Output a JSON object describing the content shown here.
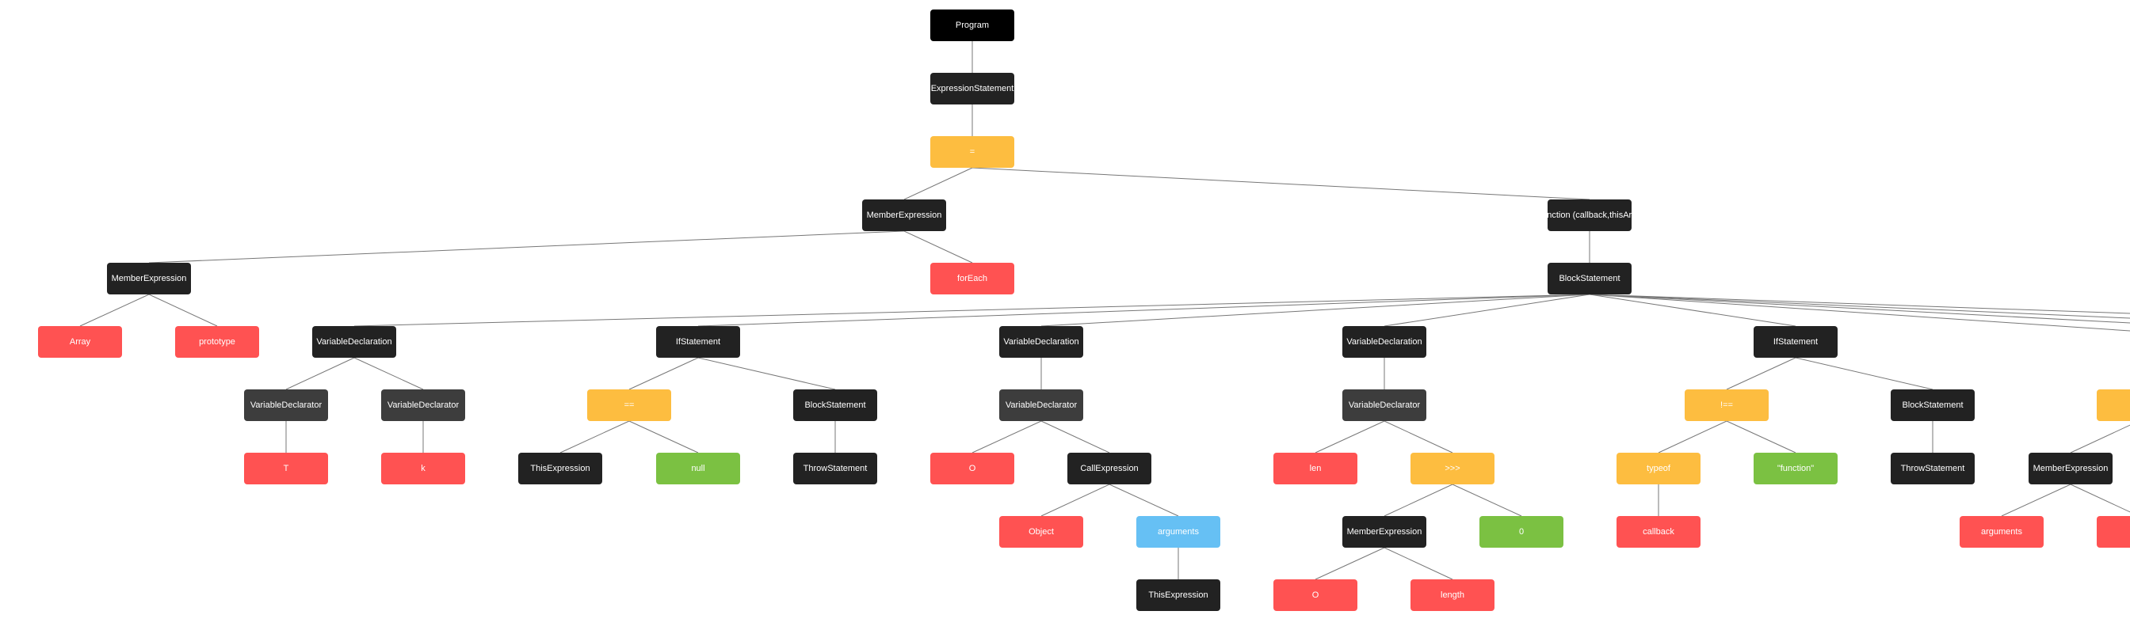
{
  "colors": {
    "root": "#000000",
    "statement": "#222222",
    "declarator": "#3d3d3d",
    "identifier": "#ff5252",
    "operator": "#fdbd40",
    "literal": "#7bc142",
    "special": "#66c0f4",
    "edge": "#777777"
  },
  "nodes": [
    {
      "id": "n1",
      "label": "Program",
      "kind": "root"
    },
    {
      "id": "n2",
      "label": "ExpressionStatement",
      "kind": "statement"
    },
    {
      "id": "n3",
      "label": "=",
      "kind": "operator"
    },
    {
      "id": "n4",
      "label": "MemberExpression",
      "kind": "statement"
    },
    {
      "id": "n5",
      "label": "function (callback,thisArg)",
      "kind": "statement"
    },
    {
      "id": "n6",
      "label": "MemberExpression",
      "kind": "statement"
    },
    {
      "id": "n7",
      "label": "forEach",
      "kind": "identifier"
    },
    {
      "id": "n8",
      "label": "BlockStatement",
      "kind": "statement"
    },
    {
      "id": "n9",
      "label": "Array",
      "kind": "identifier"
    },
    {
      "id": "n10",
      "label": "prototype",
      "kind": "identifier"
    },
    {
      "id": "n11",
      "label": "VariableDeclaration",
      "kind": "statement"
    },
    {
      "id": "n12",
      "label": "IfStatement",
      "kind": "statement"
    },
    {
      "id": "n13",
      "label": "VariableDeclaration",
      "kind": "statement"
    },
    {
      "id": "n14",
      "label": "VariableDeclaration",
      "kind": "statement"
    },
    {
      "id": "n15",
      "label": "IfStatement",
      "kind": "statement"
    },
    {
      "id": "n16",
      "label": "VariableDeclarator",
      "kind": "declarator"
    },
    {
      "id": "n17",
      "label": "VariableDeclarator",
      "kind": "declarator"
    },
    {
      "id": "n18",
      "label": "==",
      "kind": "operator"
    },
    {
      "id": "n19",
      "label": "BlockStatement",
      "kind": "statement"
    },
    {
      "id": "n20",
      "label": "VariableDeclarator",
      "kind": "declarator"
    },
    {
      "id": "n21",
      "label": "VariableDeclarator",
      "kind": "declarator"
    },
    {
      "id": "n22",
      "label": "!==",
      "kind": "operator"
    },
    {
      "id": "n23",
      "label": "BlockStatement",
      "kind": "statement"
    },
    {
      "id": "n24",
      "label": "T",
      "kind": "identifier"
    },
    {
      "id": "n25",
      "label": "k",
      "kind": "identifier"
    },
    {
      "id": "n26",
      "label": "ThisExpression",
      "kind": "statement"
    },
    {
      "id": "n27",
      "label": "null",
      "kind": "literal"
    },
    {
      "id": "n28",
      "label": "ThrowStatement",
      "kind": "statement"
    },
    {
      "id": "n29",
      "label": "O",
      "kind": "identifier"
    },
    {
      "id": "n30",
      "label": "CallExpression",
      "kind": "statement"
    },
    {
      "id": "n31",
      "label": "len",
      "kind": "identifier"
    },
    {
      "id": "n32",
      "label": ">>>",
      "kind": "operator"
    },
    {
      "id": "n33",
      "label": "typeof",
      "kind": "operator"
    },
    {
      "id": "n34",
      "label": "\"function\"",
      "kind": "literal"
    },
    {
      "id": "n35",
      "label": "ThrowStatement",
      "kind": "statement"
    },
    {
      "id": "n36",
      "label": "Object",
      "kind": "identifier"
    },
    {
      "id": "n37",
      "label": "arguments",
      "kind": "special"
    },
    {
      "id": "n38",
      "label": "MemberExpression",
      "kind": "statement"
    },
    {
      "id": "n39",
      "label": "0",
      "kind": "literal"
    },
    {
      "id": "n40",
      "label": "callback",
      "kind": "identifier"
    },
    {
      "id": "n41",
      "label": "ThisExpression",
      "kind": "statement"
    },
    {
      "id": "n42",
      "label": "O",
      "kind": "identifier"
    },
    {
      "id": "n43",
      "label": "length",
      "kind": "identifier"
    },
    {
      "id": "n44",
      "label": "",
      "kind": "operator"
    },
    {
      "id": "n45",
      "label": "MemberExpression",
      "kind": "statement"
    },
    {
      "id": "n46",
      "label": "arguments",
      "kind": "identifier"
    },
    {
      "id": "n47",
      "label": "",
      "kind": "identifier"
    }
  ],
  "edges": [
    [
      "n1",
      "n2"
    ],
    [
      "n2",
      "n3"
    ],
    [
      "n3",
      "n4"
    ],
    [
      "n3",
      "n5"
    ],
    [
      "n4",
      "n6"
    ],
    [
      "n4",
      "n7"
    ],
    [
      "n5",
      "n8"
    ],
    [
      "n6",
      "n9"
    ],
    [
      "n6",
      "n10"
    ],
    [
      "n8",
      "n11"
    ],
    [
      "n8",
      "n12"
    ],
    [
      "n8",
      "n13"
    ],
    [
      "n8",
      "n14"
    ],
    [
      "n8",
      "n15"
    ],
    [
      "n8",
      "off1"
    ],
    [
      "n8",
      "off2"
    ],
    [
      "n8",
      "off3"
    ],
    [
      "n8",
      "off4"
    ],
    [
      "n11",
      "n16"
    ],
    [
      "n11",
      "n17"
    ],
    [
      "n16",
      "n24"
    ],
    [
      "n17",
      "n25"
    ],
    [
      "n12",
      "n18"
    ],
    [
      "n12",
      "n19"
    ],
    [
      "n18",
      "n26"
    ],
    [
      "n18",
      "n27"
    ],
    [
      "n19",
      "n28"
    ],
    [
      "n13",
      "n20"
    ],
    [
      "n20",
      "n29"
    ],
    [
      "n20",
      "n30"
    ],
    [
      "n30",
      "n36"
    ],
    [
      "n30",
      "n37"
    ],
    [
      "n37",
      "n41"
    ],
    [
      "n14",
      "n21"
    ],
    [
      "n21",
      "n31"
    ],
    [
      "n21",
      "n32"
    ],
    [
      "n32",
      "n38"
    ],
    [
      "n32",
      "n39"
    ],
    [
      "n38",
      "n42"
    ],
    [
      "n38",
      "n43"
    ],
    [
      "n15",
      "n22"
    ],
    [
      "n15",
      "n23"
    ],
    [
      "n22",
      "n33"
    ],
    [
      "n22",
      "n34"
    ],
    [
      "n33",
      "n40"
    ],
    [
      "n23",
      "n35"
    ],
    [
      "n44",
      "n45"
    ],
    [
      "n44",
      "off5"
    ],
    [
      "n45",
      "n46"
    ],
    [
      "n45",
      "n47"
    ]
  ]
}
